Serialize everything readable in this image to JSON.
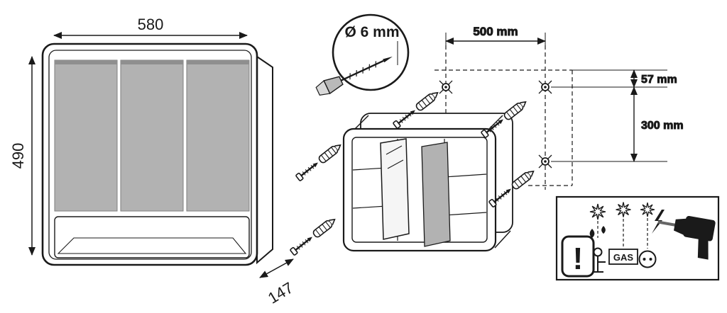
{
  "front_view": {
    "width_label": "580",
    "height_label": "490",
    "depth_label": "147"
  },
  "installation": {
    "drill_diameter_label": "Ø 6 mm",
    "hole_spacing_label": "500 mm",
    "top_offset_label": "57 mm",
    "vertical_spacing_label": "300 mm"
  },
  "warning": {
    "exclamation_label": "!",
    "gas_label": "GAS"
  },
  "colors": {
    "mirror_gray": "#b2b2b2",
    "line": "#1a1a1a",
    "background": "#ffffff"
  }
}
